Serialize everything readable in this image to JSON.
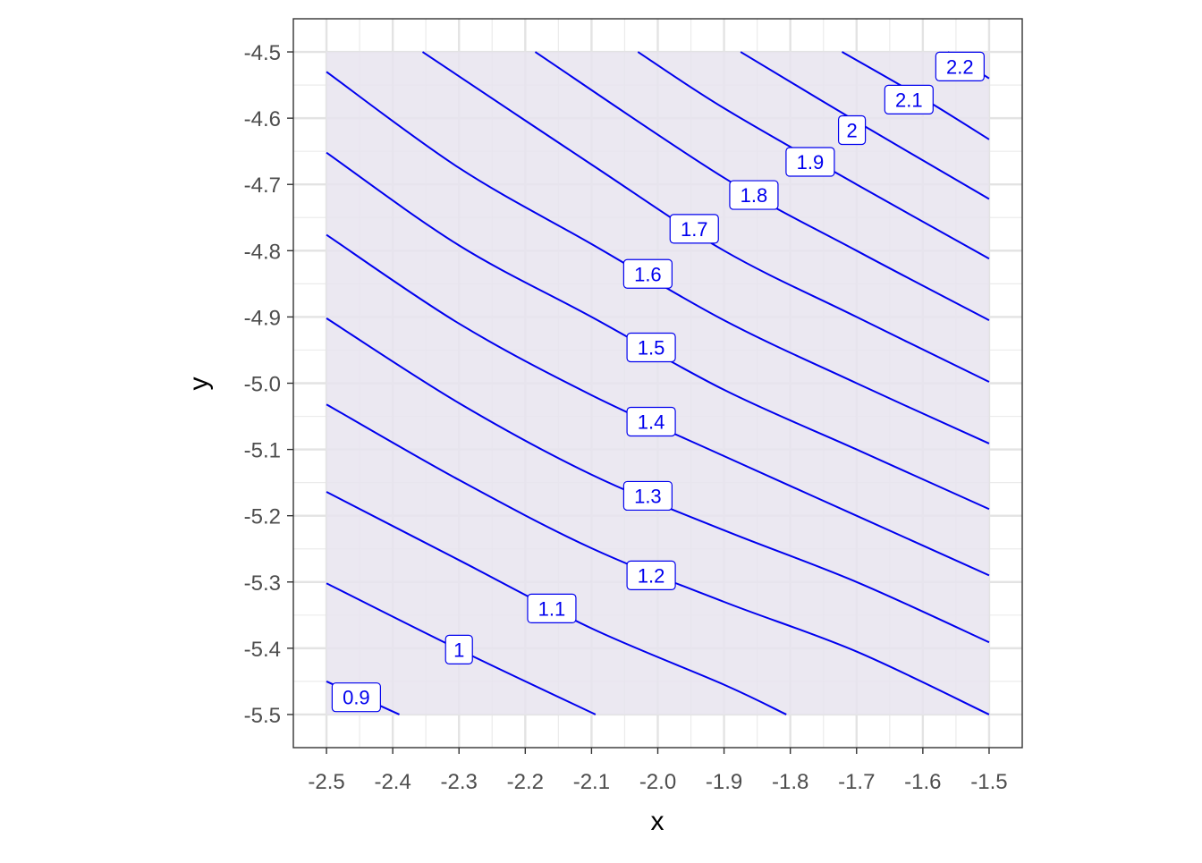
{
  "chart_data": {
    "type": "contour",
    "title": "",
    "xlabel": "x",
    "ylabel": "y",
    "xlim": [
      -2.55,
      -1.45
    ],
    "ylim": [
      -5.55,
      -4.45
    ],
    "x_ticks": [
      "-2.5",
      "-2.4",
      "-2.3",
      "-2.2",
      "-2.1",
      "-2.0",
      "-1.9",
      "-1.8",
      "-1.7",
      "-1.6",
      "-1.5"
    ],
    "y_ticks": [
      "-4.5",
      "-4.6",
      "-4.7",
      "-4.8",
      "-4.9",
      "-5.0",
      "-5.1",
      "-5.2",
      "-5.3",
      "-5.4",
      "-5.5"
    ],
    "grid": true,
    "region": {
      "x": [
        -2.5,
        -1.5
      ],
      "y": [
        -5.5,
        -4.5
      ],
      "color": "#e8e4ee"
    },
    "line_color": "#0000ee",
    "contours": [
      {
        "level": "0.9",
        "points": [
          [
            -2.5,
            -5.45
          ],
          [
            -2.39,
            -5.5
          ]
        ],
        "label_at": [
          -2.455,
          -5.474
        ]
      },
      {
        "level": "1",
        "points": [
          [
            -2.5,
            -5.302
          ],
          [
            -2.3,
            -5.402
          ],
          [
            -2.094,
            -5.5
          ]
        ],
        "label_at": [
          -2.3,
          -5.402
        ]
      },
      {
        "level": "1.1",
        "points": [
          [
            -2.5,
            -5.164
          ],
          [
            -2.3,
            -5.267
          ],
          [
            -2.1,
            -5.37
          ],
          [
            -1.9,
            -5.455
          ],
          [
            -1.806,
            -5.5
          ]
        ],
        "label_at": [
          -2.16,
          -5.34
        ]
      },
      {
        "level": "1.2",
        "points": [
          [
            -2.5,
            -5.032
          ],
          [
            -2.3,
            -5.146
          ],
          [
            -2.1,
            -5.249
          ],
          [
            -1.9,
            -5.33
          ],
          [
            -1.7,
            -5.405
          ],
          [
            -1.5,
            -5.5
          ]
        ],
        "label_at": [
          -2.01,
          -5.29
        ]
      },
      {
        "level": "1.3",
        "points": [
          [
            -2.5,
            -4.902
          ],
          [
            -2.3,
            -5.03
          ],
          [
            -2.1,
            -5.138
          ],
          [
            -1.9,
            -5.222
          ],
          [
            -1.7,
            -5.3
          ],
          [
            -1.5,
            -5.391
          ]
        ],
        "label_at": [
          -2.015,
          -5.17
        ]
      },
      {
        "level": "1.4",
        "points": [
          [
            -2.5,
            -4.776
          ],
          [
            -2.3,
            -4.91
          ],
          [
            -2.1,
            -5.018
          ],
          [
            -1.9,
            -5.11
          ],
          [
            -1.7,
            -5.2
          ],
          [
            -1.5,
            -5.29
          ]
        ],
        "label_at": [
          -2.01,
          -5.058
        ]
      },
      {
        "level": "1.5",
        "points": [
          [
            -2.5,
            -4.652
          ],
          [
            -2.3,
            -4.792
          ],
          [
            -2.1,
            -4.9
          ],
          [
            -1.9,
            -5.01
          ],
          [
            -1.7,
            -5.1
          ],
          [
            -1.5,
            -5.19
          ]
        ],
        "label_at": [
          -2.01,
          -4.946
        ]
      },
      {
        "level": "1.6",
        "points": [
          [
            -2.5,
            -4.53
          ],
          [
            -2.3,
            -4.675
          ],
          [
            -2.1,
            -4.79
          ],
          [
            -1.9,
            -4.905
          ],
          [
            -1.7,
            -5.0
          ],
          [
            -1.5,
            -5.091
          ]
        ],
        "label_at": [
          -2.015,
          -4.835
        ]
      },
      {
        "level": "1.7",
        "points": [
          [
            -2.355,
            -4.5
          ],
          [
            -2.1,
            -4.67
          ],
          [
            -1.9,
            -4.8
          ],
          [
            -1.7,
            -4.9
          ],
          [
            -1.5,
            -4.998
          ]
        ],
        "label_at": [
          -1.945,
          -4.767
        ]
      },
      {
        "level": "1.8",
        "points": [
          [
            -2.185,
            -4.5
          ],
          [
            -1.9,
            -4.69
          ],
          [
            -1.7,
            -4.8
          ],
          [
            -1.5,
            -4.905
          ]
        ],
        "label_at": [
          -1.855,
          -4.716
        ]
      },
      {
        "level": "1.9",
        "points": [
          [
            -2.03,
            -4.5
          ],
          [
            -1.9,
            -4.585
          ],
          [
            -1.7,
            -4.7
          ],
          [
            -1.5,
            -4.812
          ]
        ],
        "label_at": [
          -1.77,
          -4.666
        ]
      },
      {
        "level": "2",
        "points": [
          [
            -1.875,
            -4.5
          ],
          [
            -1.7,
            -4.605
          ],
          [
            -1.5,
            -4.722
          ]
        ],
        "label_at": [
          -1.707,
          -4.618
        ]
      },
      {
        "level": "2.1",
        "points": [
          [
            -1.722,
            -4.5
          ],
          [
            -1.6,
            -4.57
          ],
          [
            -1.5,
            -4.632
          ]
        ],
        "label_at": [
          -1.621,
          -4.572
        ]
      },
      {
        "level": "2.2",
        "points": [
          [
            -1.562,
            -4.5
          ],
          [
            -1.5,
            -4.54
          ]
        ],
        "label_at": [
          -1.544,
          -4.522
        ]
      }
    ]
  }
}
